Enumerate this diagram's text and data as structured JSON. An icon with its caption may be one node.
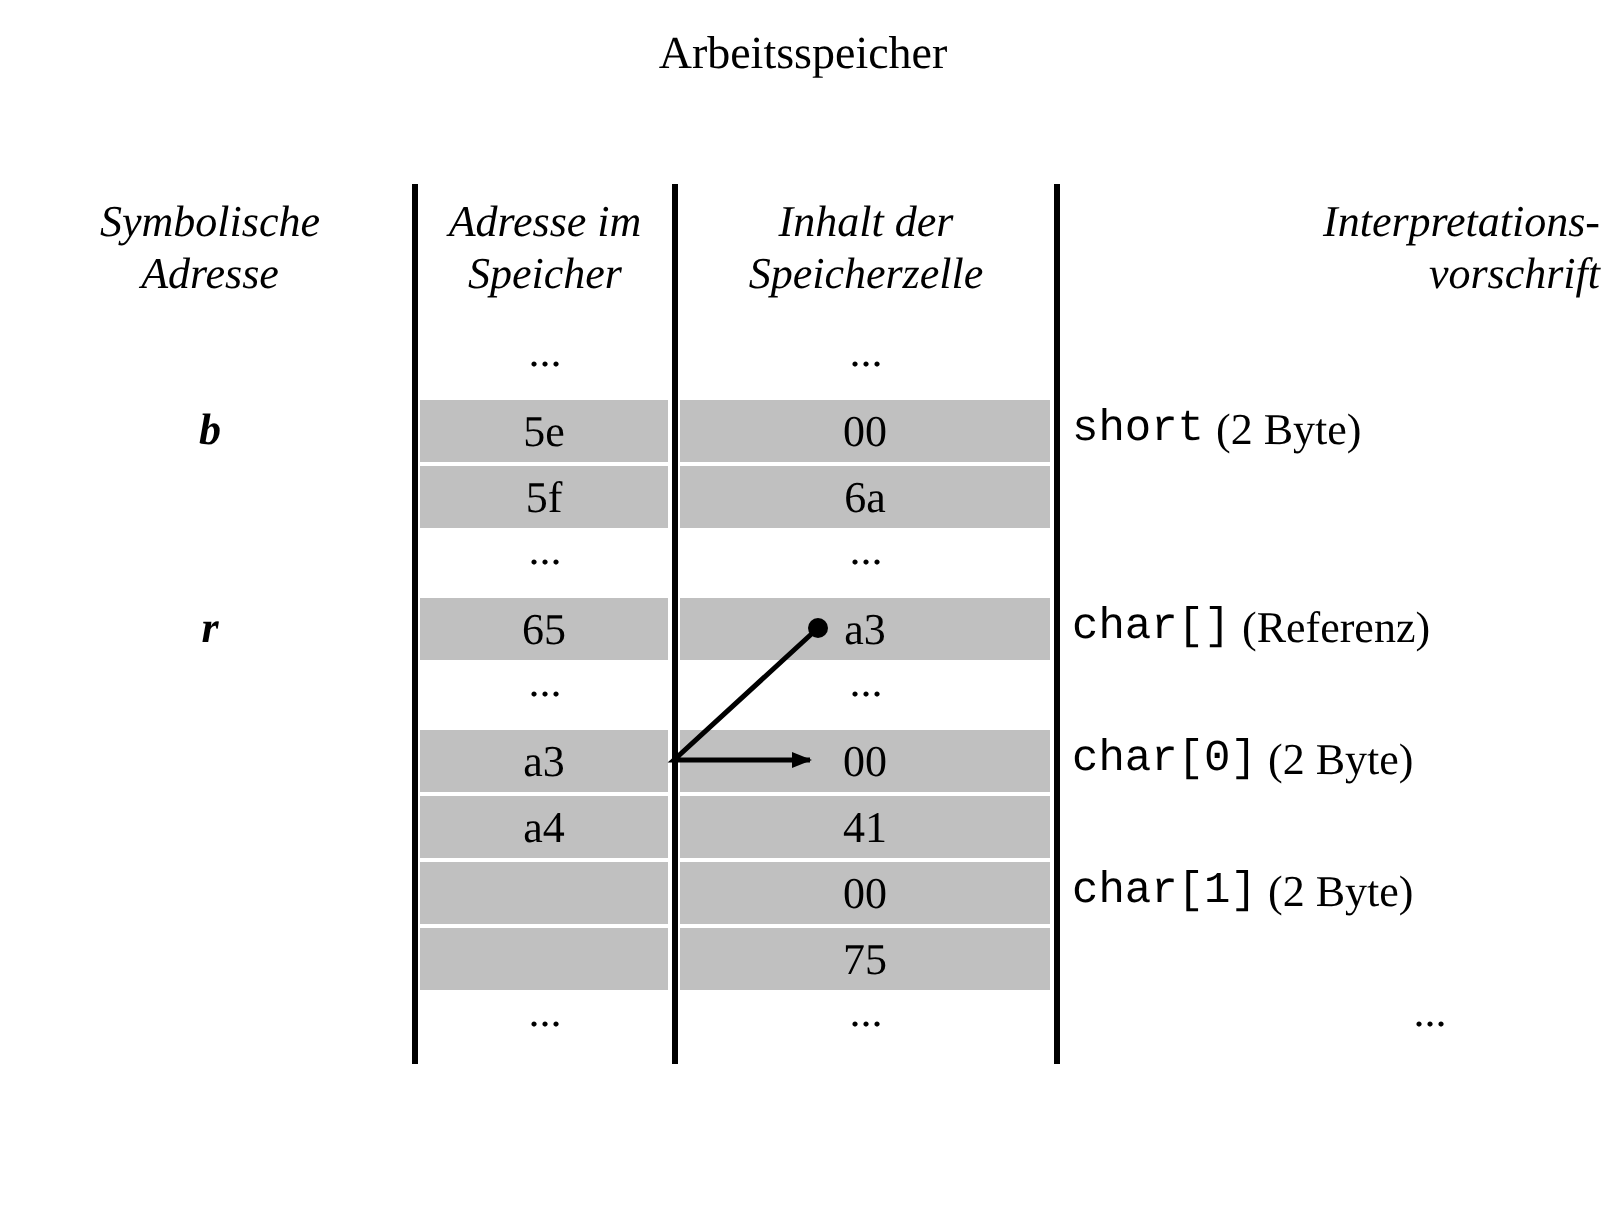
{
  "diagram": {
    "title": "Arbeitsspeicher",
    "nodes": [
      {
        "text": [
          "5e"
        ]
      },
      {
        "text": [
          "00"
        ]
      },
      {
        "text": [
          "5f"
        ]
      },
      {
        "text": [
          "6a"
        ]
      },
      {
        "text": [
          "65"
        ]
      },
      {
        "text": [
          "a3"
        ]
      },
      {
        "text": [
          "a3"
        ]
      },
      {
        "text": [
          "00"
        ]
      },
      {
        "text": [
          "a4"
        ]
      },
      {
        "text": [
          "41"
        ]
      },
      {
        "text": [],
        "shape": "box"
      },
      {
        "text": [
          "00"
        ]
      },
      {
        "text": [],
        "shape": "box"
      },
      {
        "text": [
          "75"
        ]
      }
    ],
    "edges": [
      {
        "from": 5,
        "to": 7,
        "arrow": "to"
      }
    ],
    "labels": [
      "Symbolische Adresse",
      "Adresse im Speicher",
      "Inhalt der Speicherzelle",
      "Interpretations- vorschrift",
      "...",
      "...",
      "b",
      "short",
      "(2 Byte)",
      "...",
      "...",
      "r",
      "char[]",
      "(Referenz)",
      "...",
      "...",
      "char[0]",
      "(2 Byte)",
      "char[1]",
      "(2 Byte)",
      "...",
      "...",
      "..."
    ]
  }
}
